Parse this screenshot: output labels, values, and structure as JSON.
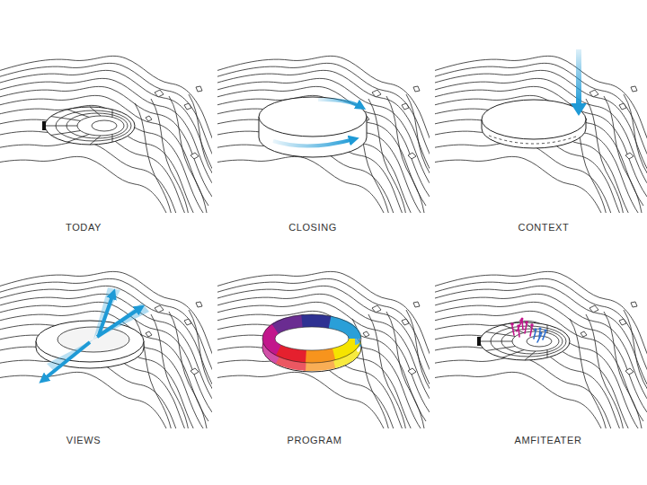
{
  "diagram": {
    "labels": [
      "TODAY",
      "CLOSING",
      "CONTEXT",
      "VIEWS",
      "PROGRAM",
      "AMFITEATER"
    ]
  }
}
